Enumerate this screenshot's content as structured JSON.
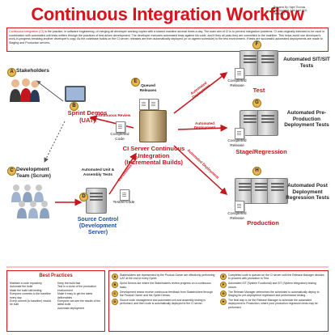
{
  "title": "Continuous Integration Workflow",
  "meta": {
    "line1": "Prepared By: Nigel Thomas",
    "line2": "Last Updated: 14th April 2011",
    "line3": "Version: 1"
  },
  "intro": {
    "lead": "Continuous Integration (CI)",
    "text": " is the practice, in software engineering, of merging all developer working copies with a shared mainline several times a day. The main aim of CI is to prevent integration problems. CI was originally intended to be used in combination with automated unit tests written through the practices of test-driven development. The developer executes automated tests against his code, and if they all pass they are committed to the mainline. This helps avoid one developer's work-in-progress breaking another developer's copy. As the codebase builds on the CI server, releases are then automatically deployed (or on agreed schedule) to the test environment. If tests are successful automated deployments are made to Staging and Production servers."
  },
  "nodes": {
    "A": {
      "badge": "A",
      "label": "Stakeholders"
    },
    "B": {
      "badge": "B",
      "label": "Sprint Demos (UAT)"
    },
    "C": {
      "badge": "C",
      "label": "Development Team (Scrum)"
    },
    "D": {
      "badge": "D",
      "label": "Source Control (Development Server)",
      "sub": "Automated Unit & Assembly Tests"
    },
    "E": {
      "badge": "E",
      "label": "CI Server Continuous Integration (Incremental Builds)",
      "sub": "Queued Releases"
    },
    "F": {
      "badge": "F",
      "label": "Test",
      "right": "Automated SIT/SIT Tests",
      "release": "Completed Release"
    },
    "G": {
      "badge": "G",
      "label": "Stage/Regression",
      "right": "Automated Pre-Production Deployment Tests",
      "release": "Completed Release"
    },
    "H": {
      "badge": "H",
      "label": "Production",
      "right": "Automated Post Deployment Regression Tests",
      "release": "Completed Release"
    }
  },
  "flow_labels": {
    "continuous_review": "Continuous Review",
    "completed_code": "Completed Code",
    "tested_code": "Tested Code",
    "auto_deploy_1": "Automated Deployment",
    "auto_deploy_2": "Automated Deployment",
    "auto_deploy_3": "Automated Deployment",
    "continuous_build": "Continuous Build"
  },
  "best_practices": {
    "title": "Best Practices",
    "col1": [
      "Maintain a code repository",
      "Automate the build",
      "Make the build self-testing",
      "Everyone commits to the baseline every day",
      "Every commit (to baseline) should be built"
    ],
    "col2": [
      "Keep the build fast",
      "Test in a clone of the production environment",
      "Make it easy to get the latest deliverables",
      "Everyone can see the results of the latest build",
      "Automate deployment"
    ]
  },
  "notes_left": [
    {
      "n": "A",
      "text": "Stakeholders are represented by the Product Owner are effectively performing UAT at the end of every Sprint."
    },
    {
      "n": "B",
      "text": "Sprint Demos are where the Stakeholders review progress on a continuous basis."
    },
    {
      "n": "C",
      "text": "Development teams receive continuous feedback from Stakeholders through the Product Owner and the Sprint Demos."
    },
    {
      "n": "D",
      "text": "Source code management and automated unit and assembly testing is performed, and then code is automatically deployed to the CI server."
    }
  ],
  "notes_right": [
    {
      "n": "E",
      "text": "Completed code is queued on the CI server until the Release Manager decides to proceed with promotion to Test."
    },
    {
      "n": "F",
      "text": "Automated SIT (System Functional) and SIT (System integration) testing occurs."
    },
    {
      "n": "G",
      "text": "The Release Manager determines the scheduled to automatically deploy to Staging for pre-deployment regression and performance testing."
    },
    {
      "n": "H",
      "text": "The final step is for the Release Manager to schedule the automated deployment to Production, where post production regression tests may be performed."
    }
  ],
  "colors": {
    "accent": "#d9141c",
    "badge": "#e8b64d",
    "link": "#1f4fa0"
  }
}
